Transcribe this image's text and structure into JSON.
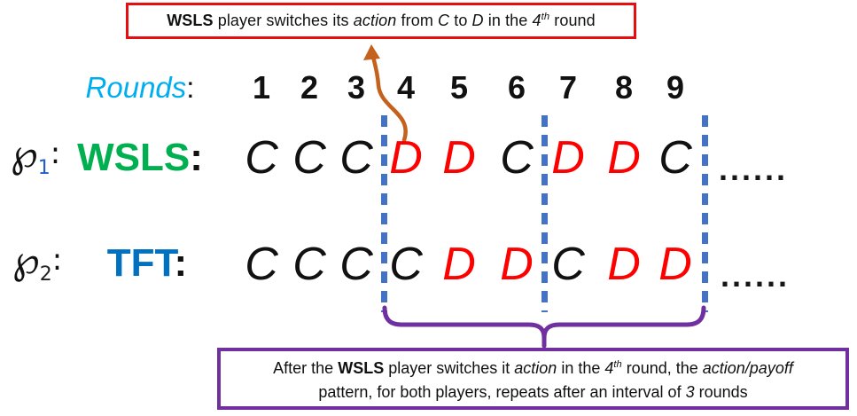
{
  "colors": {
    "red": "#e60f0f",
    "purple": "#7030a0",
    "orange": "#c4611c",
    "dashblue": "#4472c4",
    "lightblue": "#00aeef",
    "wsls_green": "#00b050",
    "tft_blue": "#0070c0",
    "defect_red": "#ff0000",
    "cooperate_black": "#111111"
  },
  "top_callout": {
    "runs": [
      {
        "t": "WSLS",
        "b": 1
      },
      {
        "t": " player switches its "
      },
      {
        "t": "action",
        "i": 1
      },
      {
        "t": " from "
      },
      {
        "t": "C",
        "i": 1
      },
      {
        "t": " to "
      },
      {
        "t": "D",
        "i": 1
      },
      {
        "t": " in the "
      },
      {
        "t": "4",
        "i": 1
      },
      {
        "t": "th",
        "i": 1,
        "sup": 1
      },
      {
        "t": " round"
      }
    ]
  },
  "rounds": {
    "label": "Rounds",
    "colon": ":",
    "numbers": [
      "1",
      "2",
      "3",
      "4",
      "5",
      "6",
      "7",
      "8",
      "9"
    ]
  },
  "players": [
    {
      "symbol": "℘",
      "subscript": "1",
      "subscript_color": "#1f5ec9",
      "colon": ":",
      "strategy": "WSLS",
      "strategy_colon": ":",
      "strategy_color": "#00b050",
      "actions": [
        {
          "t": "C",
          "c": "#111111"
        },
        {
          "t": "C",
          "c": "#111111"
        },
        {
          "t": "C",
          "c": "#111111"
        },
        {
          "t": "D",
          "c": "#ff0000"
        },
        {
          "t": "D",
          "c": "#ff0000"
        },
        {
          "t": "C",
          "c": "#111111"
        },
        {
          "t": "D",
          "c": "#ff0000"
        },
        {
          "t": "D",
          "c": "#ff0000"
        },
        {
          "t": "C",
          "c": "#111111"
        }
      ],
      "ellipsis": "......"
    },
    {
      "symbol": "℘",
      "subscript": "2",
      "subscript_color": "#222222",
      "colon": ":",
      "strategy": "TFT",
      "strategy_colon": ":",
      "strategy_color": "#0070c0",
      "actions": [
        {
          "t": "C",
          "c": "#111111"
        },
        {
          "t": "C",
          "c": "#111111"
        },
        {
          "t": "C",
          "c": "#111111"
        },
        {
          "t": "C",
          "c": "#111111"
        },
        {
          "t": "D",
          "c": "#ff0000"
        },
        {
          "t": "D",
          "c": "#ff0000"
        },
        {
          "t": "C",
          "c": "#111111"
        },
        {
          "t": "D",
          "c": "#ff0000"
        },
        {
          "t": "D",
          "c": "#ff0000"
        }
      ],
      "ellipsis": "......"
    }
  ],
  "bottom_callout": {
    "line1": [
      {
        "t": "After the "
      },
      {
        "t": "WSLS",
        "b": 1
      },
      {
        "t": " player switches it "
      },
      {
        "t": "action",
        "i": 1
      },
      {
        "t": " in the "
      },
      {
        "t": "4",
        "i": 1
      },
      {
        "t": "th",
        "i": 1,
        "sup": 1
      },
      {
        "t": " round, the "
      },
      {
        "t": "action/payoff",
        "i": 1
      }
    ],
    "line2": [
      {
        "t": "pattern, for both players, repeats after an interval of "
      },
      {
        "t": "3",
        "i": 1
      },
      {
        "t": " rounds"
      }
    ]
  }
}
